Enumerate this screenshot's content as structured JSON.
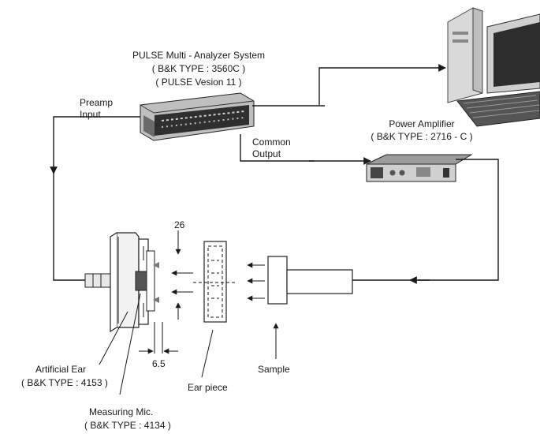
{
  "analyzer": {
    "title": "PULSE Multi - Analyzer System",
    "type": "( B&K TYPE : 3560C )",
    "version": "( PULSE Vesion 11 )"
  },
  "preamp": {
    "line1": "Preamp",
    "line2": "Input"
  },
  "common_output": {
    "line1": "Common",
    "line2": "Output"
  },
  "amplifier": {
    "title": "Power Amplifier",
    "type": "( B&K TYPE : 2716 - C )"
  },
  "dimension_top": "26",
  "dimension_bottom": "6.5",
  "artificial_ear": {
    "line1": "Artificial Ear",
    "line2": "( B&K TYPE : 4153 )"
  },
  "ear_piece": "Ear piece",
  "sample": "Sample",
  "measuring_mic": {
    "line1": "Measuring Mic.",
    "line2": "( B&K TYPE : 4134 )"
  }
}
